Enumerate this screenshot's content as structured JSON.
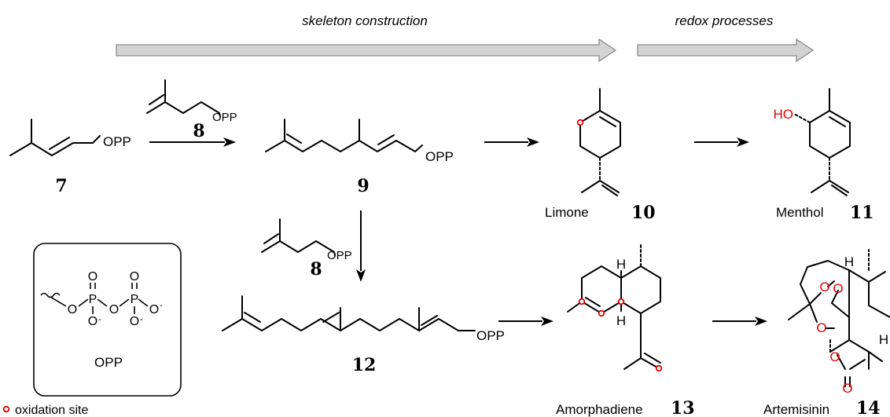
{
  "stages": {
    "skeleton": "skeleton construction",
    "redox": "redox processes"
  },
  "compounds": {
    "c7": {
      "number": "7",
      "group": "OPP"
    },
    "c8a": {
      "number": "8",
      "group": "OPP"
    },
    "c8b": {
      "number": "8",
      "group": "OPP"
    },
    "c9": {
      "number": "9",
      "group": "OPP"
    },
    "c10": {
      "number": "10",
      "name": "Limone"
    },
    "c11": {
      "number": "11",
      "name": "Menthol",
      "group": "HO"
    },
    "c12": {
      "number": "12",
      "group": "OPP"
    },
    "c13": {
      "number": "13",
      "name": "Amorphadiene",
      "h_top": "H",
      "h_bottom": "H"
    },
    "c14": {
      "number": "14",
      "name": "Artemisinin",
      "h_top": "H",
      "h_right": "H",
      "o_labels": [
        "O",
        "O",
        "O",
        "O",
        "O"
      ]
    }
  },
  "opp_box": {
    "label": "OPP",
    "atoms": {
      "o": "O",
      "p": "P",
      "minus": "-"
    }
  },
  "legend": {
    "text": "oxidation site"
  },
  "colors": {
    "oxidation": "#e00000",
    "stage_arrow": "#d3d3d3",
    "stage_arrow_border": "#8a8a8a"
  }
}
